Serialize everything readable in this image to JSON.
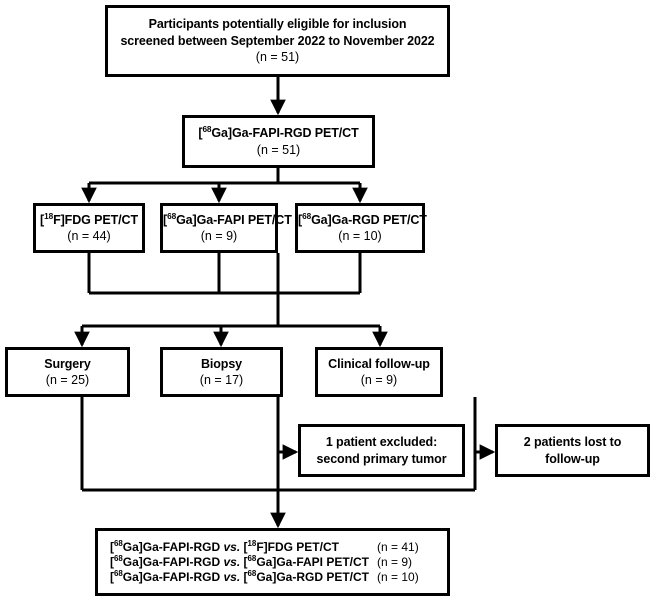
{
  "diagram": {
    "title": "Study participant flow diagram",
    "type": "flowchart",
    "stroke_color": "#000000",
    "background_color": "#ffffff"
  },
  "nodes": {
    "screened": {
      "line1": "Participants potentially eligible for inclusion",
      "line2": "screened between September 2022 to November 2022",
      "count": "(n = 51)"
    },
    "fapi_rgd_petct": {
      "prefix": "[",
      "isotope": "68",
      "label_rest": "Ga]Ga-FAPI-RGD PET/CT",
      "count": "(n = 51)"
    },
    "fdg_petct": {
      "prefix": "[",
      "isotope": "18",
      "label_rest": "F]FDG PET/CT",
      "count": "(n = 44)"
    },
    "fapi_petct": {
      "prefix": "[",
      "isotope": "68",
      "label_rest": "Ga]Ga-FAPI PET/CT",
      "count": "(n = 9)"
    },
    "rgd_petct": {
      "prefix": "[",
      "isotope": "68",
      "label_rest": "Ga]Ga-RGD PET/CT",
      "count": "(n = 10)"
    },
    "surgery": {
      "label": "Surgery",
      "count": "(n = 25)"
    },
    "biopsy": {
      "label": "Biopsy",
      "count": "(n = 17)"
    },
    "clinical_followup": {
      "label": "Clinical follow-up",
      "count": "(n = 9)"
    },
    "excluded": {
      "line1": "1 patient excluded:",
      "line2": "second primary tumor"
    },
    "lost_to_followup": {
      "line1": "2 patients lost to",
      "line2": "follow-up"
    },
    "final": {
      "rows": [
        {
          "a_prefix": "[",
          "a_isotope": "68",
          "a_rest": "Ga]Ga-FAPI-RGD",
          "vs": "vs.",
          "b_prefix": "[",
          "b_isotope": "18",
          "b_rest": "F]FDG PET/CT",
          "count": "(n = 41)"
        },
        {
          "a_prefix": "[",
          "a_isotope": "68",
          "a_rest": "Ga]Ga-FAPI-RGD",
          "vs": "vs.",
          "b_prefix": "[",
          "b_isotope": "68",
          "b_rest": "Ga]Ga-FAPI PET/CT",
          "count": "(n = 9)"
        },
        {
          "a_prefix": "[",
          "a_isotope": "68",
          "a_rest": "Ga]Ga-FAPI-RGD",
          "vs": "vs.",
          "b_prefix": "[",
          "b_isotope": "68",
          "b_rest": "Ga]Ga-RGD PET/CT",
          "count": "(n = 10)"
        }
      ]
    }
  }
}
